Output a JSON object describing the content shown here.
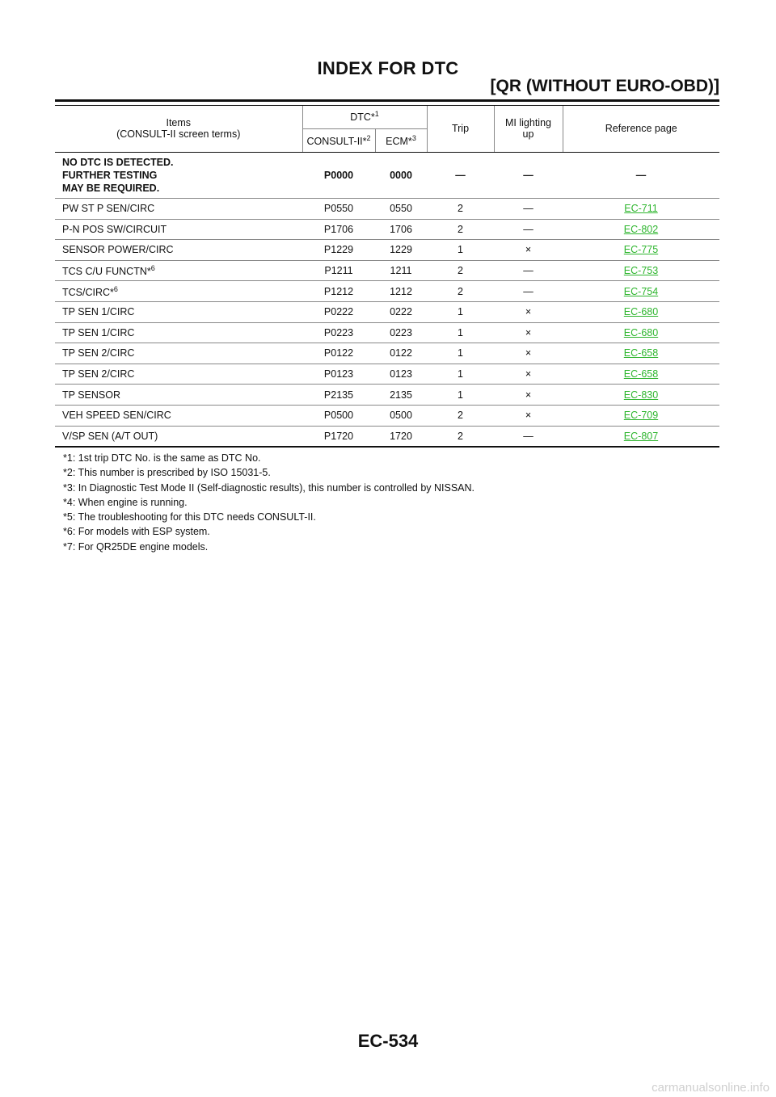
{
  "header": {
    "title": "INDEX FOR DTC",
    "subtitle": "[QR (WITHOUT EURO-OBD)]"
  },
  "table": {
    "headers": {
      "items": "Items",
      "items_sub": "(CONSULT-II screen terms)",
      "dtc": "DTC*",
      "dtc_sup": "1",
      "consult": "CONSULT-II*",
      "consult_sup": "2",
      "ecm": "ECM*",
      "ecm_sup": "3",
      "trip": "Trip",
      "mi_line1": "MI lighting",
      "mi_line2": "up",
      "reference": "Reference page"
    },
    "rows": [
      {
        "item": "NO DTC IS DETECTED.",
        "item2": "FURTHER TESTING",
        "item3": "MAY BE REQUIRED.",
        "consult": "P0000",
        "ecm": "0000",
        "trip": "—",
        "mi": "—",
        "ref": "—"
      },
      {
        "item": "PW ST P SEN/CIRC",
        "consult": "P0550",
        "ecm": "0550",
        "trip": "2",
        "mi": "—",
        "ref": "EC-711"
      },
      {
        "item": "P-N POS SW/CIRCUIT",
        "consult": "P1706",
        "ecm": "1706",
        "trip": "2",
        "mi": "—",
        "ref": "EC-802"
      },
      {
        "item": "SENSOR POWER/CIRC",
        "consult": "P1229",
        "ecm": "1229",
        "trip": "1",
        "mi": "×",
        "ref": "EC-775"
      },
      {
        "item": "TCS C/U FUNCTN*",
        "item_sup": "6",
        "consult": "P1211",
        "ecm": "1211",
        "trip": "2",
        "mi": "—",
        "ref": "EC-753"
      },
      {
        "item": "TCS/CIRC*",
        "item_sup": "6",
        "consult": "P1212",
        "ecm": "1212",
        "trip": "2",
        "mi": "—",
        "ref": "EC-754"
      },
      {
        "item": "TP SEN 1/CIRC",
        "consult": "P0222",
        "ecm": "0222",
        "trip": "1",
        "mi": "×",
        "ref": "EC-680"
      },
      {
        "item": "TP SEN 1/CIRC",
        "consult": "P0223",
        "ecm": "0223",
        "trip": "1",
        "mi": "×",
        "ref": "EC-680"
      },
      {
        "item": "TP SEN 2/CIRC",
        "consult": "P0122",
        "ecm": "0122",
        "trip": "1",
        "mi": "×",
        "ref": "EC-658"
      },
      {
        "item": "TP SEN 2/CIRC",
        "consult": "P0123",
        "ecm": "0123",
        "trip": "1",
        "mi": "×",
        "ref": "EC-658"
      },
      {
        "item": "TP SENSOR",
        "consult": "P2135",
        "ecm": "2135",
        "trip": "1",
        "mi": "×",
        "ref": "EC-830"
      },
      {
        "item": "VEH SPEED SEN/CIRC",
        "consult": "P0500",
        "ecm": "0500",
        "trip": "2",
        "mi": "×",
        "ref": "EC-709"
      },
      {
        "item": "V/SP SEN (A/T OUT)",
        "consult": "P1720",
        "ecm": "1720",
        "trip": "2",
        "mi": "—",
        "ref": "EC-807"
      }
    ]
  },
  "notes": [
    "*1: 1st trip DTC No. is the same as DTC No.",
    "*2: This number is prescribed by ISO 15031-5.",
    "*3: In Diagnostic Test Mode II (Self-diagnostic results), this number is controlled by NISSAN.",
    "*4: When engine is running.",
    "*5: The troubleshooting for this DTC needs CONSULT-II.",
    "*6: For models with ESP system.",
    "*7: For QR25DE engine models."
  ],
  "footer": {
    "page_number": "EC-534",
    "watermark": "carmanualsonline.info"
  },
  "colors": {
    "link": "#2db52d"
  }
}
